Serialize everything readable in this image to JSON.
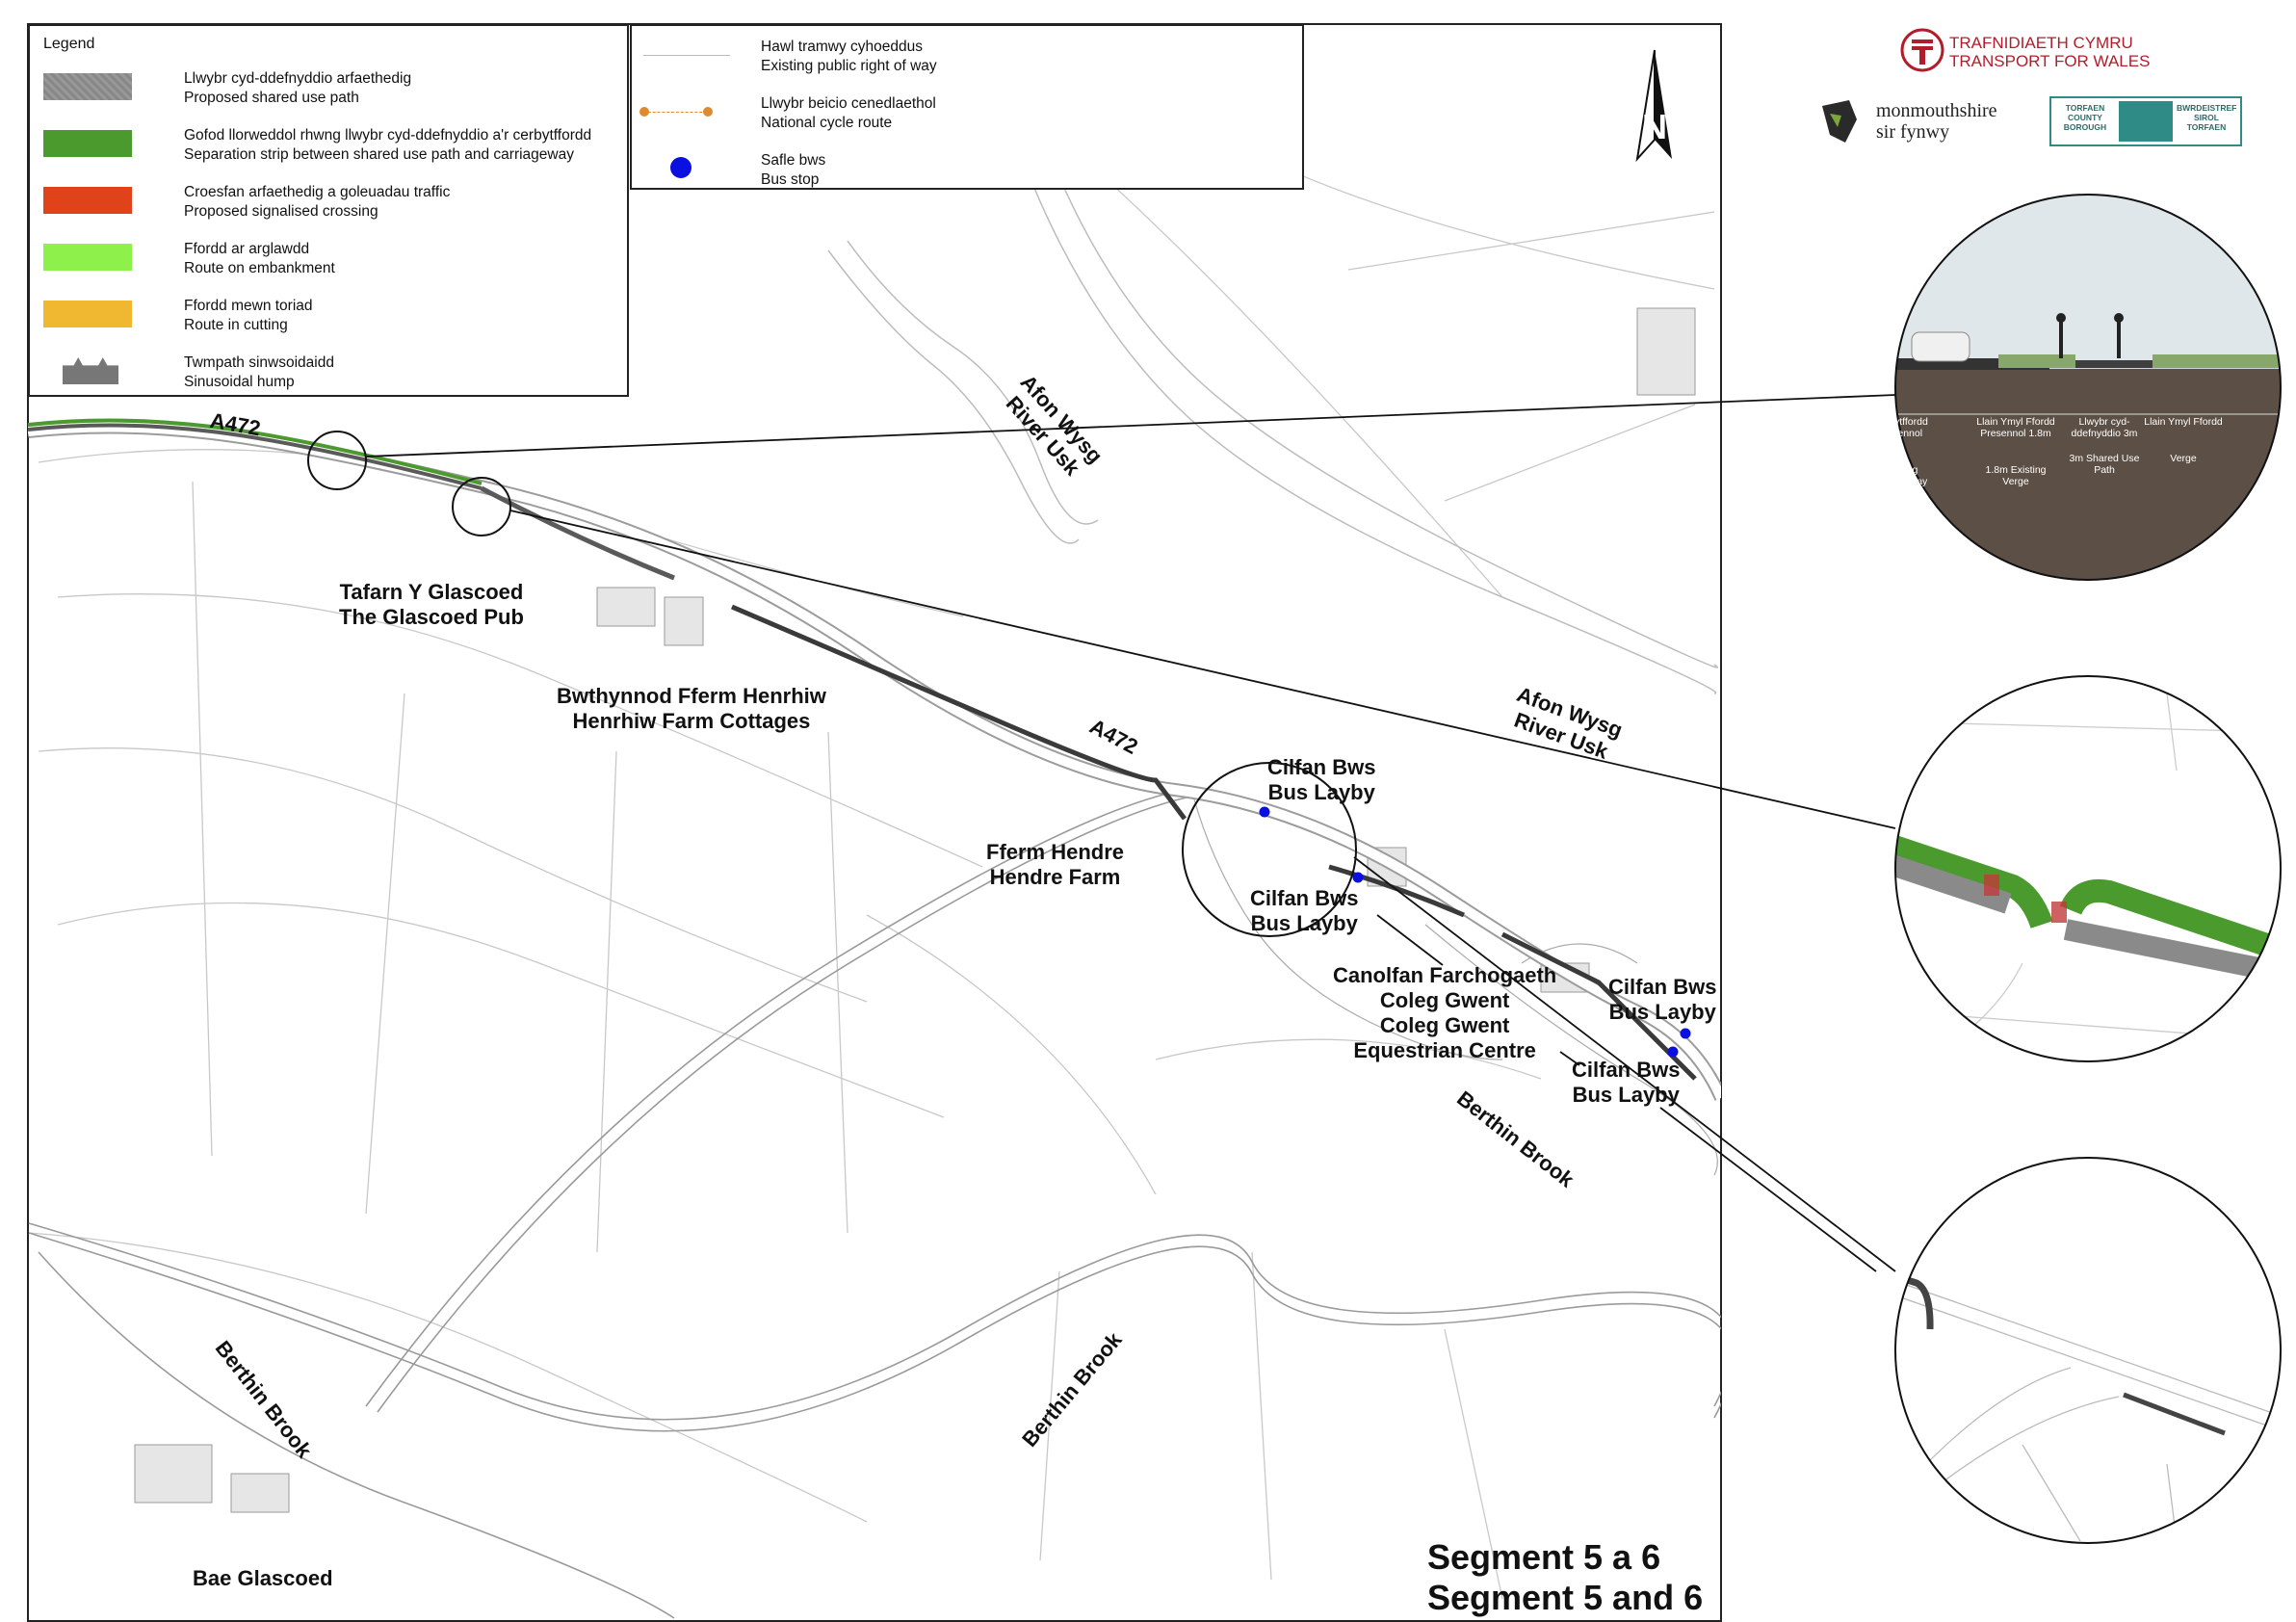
{
  "legend": {
    "title": "Legend",
    "items": [
      {
        "welsh": "Llwybr cyd-ddefnyddio arfaethedig",
        "english": "Proposed shared use path",
        "color": "#8a8a8a"
      },
      {
        "welsh": "Gofod llorweddol rhwng llwybr cyd-ddefnyddio a'r cerbytffordd",
        "english": "Separation strip between shared use path and carriageway",
        "color": "#4a9a2e"
      },
      {
        "welsh": "Croesfan arfaethedig a goleuadau traffic",
        "english": "Proposed signalised crossing",
        "color": "#e0421a"
      },
      {
        "welsh": "Ffordd ar arglawdd",
        "english": "Route on embankment",
        "color": "#8ef04a"
      },
      {
        "welsh": "Ffordd mewn toriad",
        "english": "Route in cutting",
        "color": "#f0b830"
      },
      {
        "welsh": "Twmpath sinwsoidaidd",
        "english": "Sinusoidal hump",
        "color": "#777777"
      }
    ],
    "secondary": [
      {
        "welsh": "Hawl tramwy cyhoeddus",
        "english": "Existing public right of way"
      },
      {
        "welsh": "Llwybr beicio cenedlaethol",
        "english": "National cycle route",
        "color": "#e08a30"
      },
      {
        "welsh": "Safle bws",
        "english": "Bus stop",
        "color": "#0a10e0"
      }
    ]
  },
  "logos": {
    "tfw_welsh": "TRAFNIDIAETH CYMRU",
    "tfw_english": "TRANSPORT FOR WALES",
    "mon_line1": "monmouthshire",
    "mon_line2": "sir fynwy",
    "torfaen_left": "TORFAEN COUNTY BOROUGH",
    "torfaen_right": "BWRDEISTREF SIROL TORFAEN"
  },
  "map_labels": {
    "a472_1": "A472",
    "a472_2": "A472",
    "river_usk_1_welsh": "Afon Wysg",
    "river_usk_1_english": "River Usk",
    "river_usk_2_welsh": "Afon Wysg",
    "river_usk_2_english": "River Usk",
    "pub_welsh": "Tafarn Y Glascoed",
    "pub_english": "The Glascoed Pub",
    "cottages_welsh": "Bwthynnod Fferm Henrhiw",
    "cottages_english": "Henrhiw Farm Cottages",
    "layby1_welsh": "Cilfan Bws",
    "layby1_english": "Bus Layby",
    "layby2_welsh": "Cilfan Bws",
    "layby2_english": "Bus Layby",
    "layby3_welsh": "Cilfan Bws",
    "layby3_english": "Bus Layby",
    "layby4_welsh": "Cilfan Bws",
    "layby4_english": "Bus Layby",
    "hendre_welsh": "Fferm Hendre",
    "hendre_english": "Hendre Farm",
    "equestrian_line1": "Canolfan Farchogaeth",
    "equestrian_line2": "Coleg Gwent",
    "equestrian_line3": "Coleg Gwent",
    "equestrian_line4": "Equestrian Centre",
    "berthin_1": "Berthin Brook",
    "berthin_2": "Berthin Brook",
    "berthin_3": "Berthin Brook",
    "bae": "Bae Glascoed",
    "north": "N"
  },
  "segment": {
    "welsh": "Segment 5 a 6",
    "english": "Segment 5 and 6"
  },
  "cross_section": {
    "col1_welsh": "Cerbytffordd presennol",
    "col1_english": "Existing carriageway",
    "col2_welsh": "Llain Ymyl Ffordd Presennol 1.8m",
    "col2_english": "1.8m Existing Verge",
    "col3_welsh": "Llwybr cyd-ddefnyddio 3m",
    "col3_english": "3m Shared Use Path",
    "col4_welsh": "Llain Ymyl Ffordd",
    "col4_english": "Verge"
  }
}
